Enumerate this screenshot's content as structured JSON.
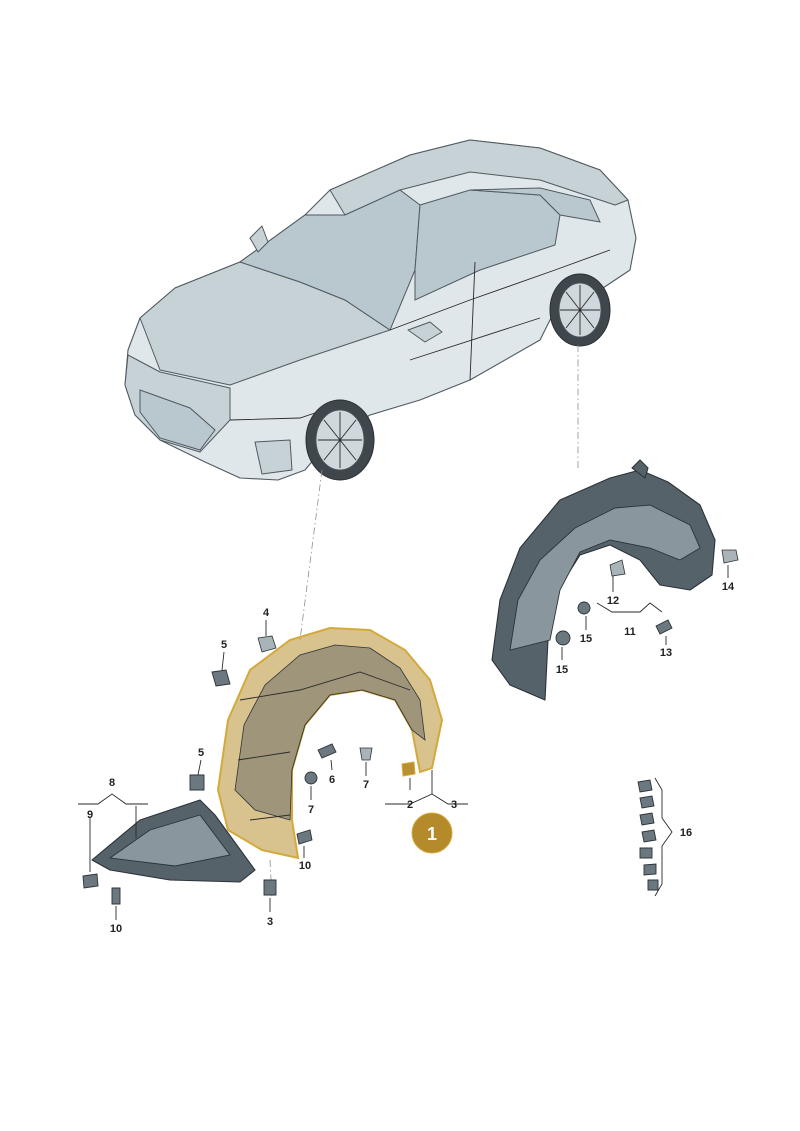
{
  "colors": {
    "highlight": "#d4a93c",
    "highlight_fill": "#b8902f",
    "badge": "#b58a2a",
    "label": "#222222"
  },
  "diagram": {
    "badge": {
      "label": "1"
    },
    "callouts": {
      "c2": "2",
      "c3_group": "3",
      "c3_bottom": "3",
      "c4": "4",
      "c5_top": "5",
      "c5_mid": "5",
      "c6": "6",
      "c7_left": "7",
      "c7_right": "7",
      "c8": "8",
      "c9": "9",
      "c10_left": "10",
      "c10_mid": "10",
      "c11": "11",
      "c12": "12",
      "c13": "13",
      "c14": "14",
      "c15_top": "15",
      "c15_bottom": "15",
      "c16": "16"
    }
  }
}
